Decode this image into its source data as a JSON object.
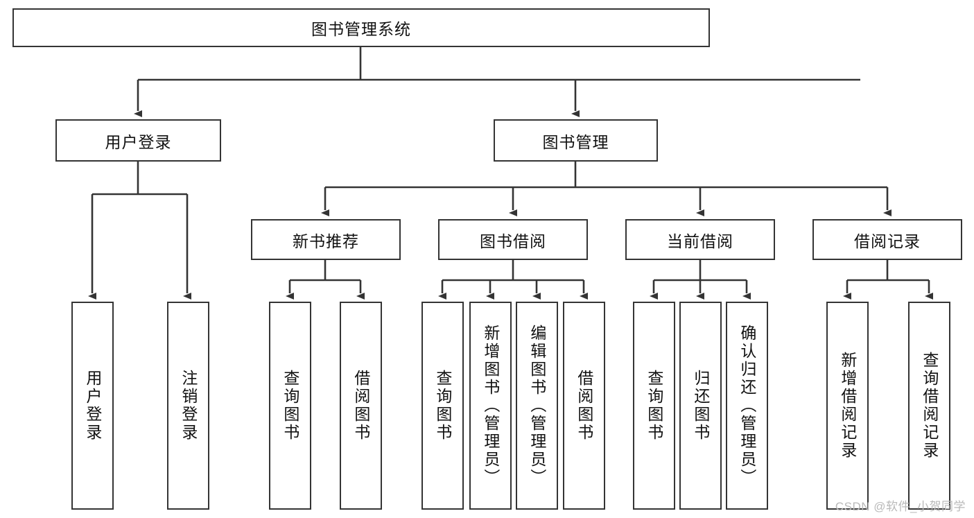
{
  "diagram": {
    "title": "图书管理系统",
    "root": {
      "id": "root",
      "label": "图书管理系统"
    },
    "level2": [
      {
        "id": "user-login",
        "label": "用户登录"
      },
      {
        "id": "book-manage",
        "label": "图书管理"
      }
    ],
    "level3": [
      {
        "id": "new-book-rec",
        "label": "新书推荐"
      },
      {
        "id": "book-borrow",
        "label": "图书借阅"
      },
      {
        "id": "current-borrow",
        "label": "当前借阅"
      },
      {
        "id": "borrow-record",
        "label": "借阅记录"
      }
    ],
    "leaves": {
      "user_login": [
        {
          "id": "leaf-user-login",
          "label": "用户登录"
        },
        {
          "id": "leaf-logout-login",
          "label": "注销登录"
        }
      ],
      "new_book_rec": [
        {
          "id": "leaf-query-book-1",
          "label": "查询图书"
        },
        {
          "id": "leaf-borrow-book-1",
          "label": "借阅图书"
        }
      ],
      "book_borrow": [
        {
          "id": "leaf-query-book-2",
          "label": "查询图书"
        },
        {
          "id": "leaf-add-book-admin",
          "label": "新增图书（管理员）"
        },
        {
          "id": "leaf-edit-book-admin",
          "label": "编辑图书（管理员）"
        },
        {
          "id": "leaf-borrow-book-2",
          "label": "借阅图书"
        }
      ],
      "current_borrow": [
        {
          "id": "leaf-query-book-3",
          "label": "查询图书"
        },
        {
          "id": "leaf-return-book",
          "label": "归还图书"
        },
        {
          "id": "leaf-confirm-return-admin",
          "label": "确认归还（管理员）"
        }
      ],
      "borrow_record": [
        {
          "id": "leaf-add-borrow-record",
          "label": "新增借阅记录"
        },
        {
          "id": "leaf-query-borrow-record",
          "label": "查询借阅记录"
        }
      ]
    }
  },
  "watermark": {
    "text": "CSDN @软件_小贺同学"
  },
  "colors": {
    "stroke": "#343434",
    "node_fill": "#ffffff",
    "text": "#111111",
    "watermark": "#b9b9b9",
    "background": "#ffffff"
  }
}
